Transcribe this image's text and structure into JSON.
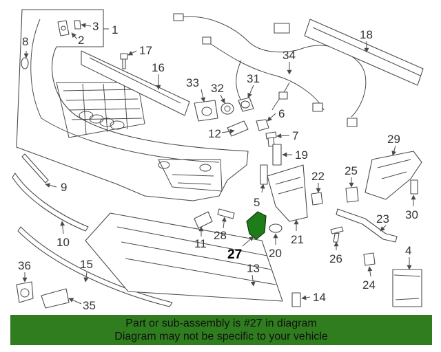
{
  "callouts": [
    {
      "id": "c1",
      "text": "1"
    },
    {
      "id": "c2",
      "text": "2"
    },
    {
      "id": "c3",
      "text": "3"
    },
    {
      "id": "c4",
      "text": "4"
    },
    {
      "id": "c5",
      "text": "5"
    },
    {
      "id": "c6",
      "text": "6"
    },
    {
      "id": "c7",
      "text": "7"
    },
    {
      "id": "c8",
      "text": "8"
    },
    {
      "id": "c9",
      "text": "9"
    },
    {
      "id": "c10",
      "text": "10"
    },
    {
      "id": "c11",
      "text": "11"
    },
    {
      "id": "c12",
      "text": "12"
    },
    {
      "id": "c13",
      "text": "13"
    },
    {
      "id": "c14",
      "text": "14"
    },
    {
      "id": "c15",
      "text": "15"
    },
    {
      "id": "c16",
      "text": "16"
    },
    {
      "id": "c17",
      "text": "17"
    },
    {
      "id": "c18",
      "text": "18"
    },
    {
      "id": "c19",
      "text": "19"
    },
    {
      "id": "c20",
      "text": "20"
    },
    {
      "id": "c21",
      "text": "21"
    },
    {
      "id": "c22",
      "text": "22"
    },
    {
      "id": "c23",
      "text": "23"
    },
    {
      "id": "c24",
      "text": "24"
    },
    {
      "id": "c25",
      "text": "25"
    },
    {
      "id": "c26",
      "text": "26"
    },
    {
      "id": "c27",
      "text": "27"
    },
    {
      "id": "c28",
      "text": "28"
    },
    {
      "id": "c29",
      "text": "29"
    },
    {
      "id": "c30",
      "text": "30"
    },
    {
      "id": "c31",
      "text": "31"
    },
    {
      "id": "c32",
      "text": "32"
    },
    {
      "id": "c33",
      "text": "33"
    },
    {
      "id": "c34",
      "text": "34"
    },
    {
      "id": "c35",
      "text": "35"
    },
    {
      "id": "c36",
      "text": "36"
    }
  ],
  "highlight": {
    "part_number": "27",
    "color": "#1e7d1a"
  },
  "footer": {
    "line1": "Part or sub-assembly is #27 in diagram",
    "line2": "Diagram may not be specific to your vehicle",
    "background": "#2f7d1e"
  }
}
